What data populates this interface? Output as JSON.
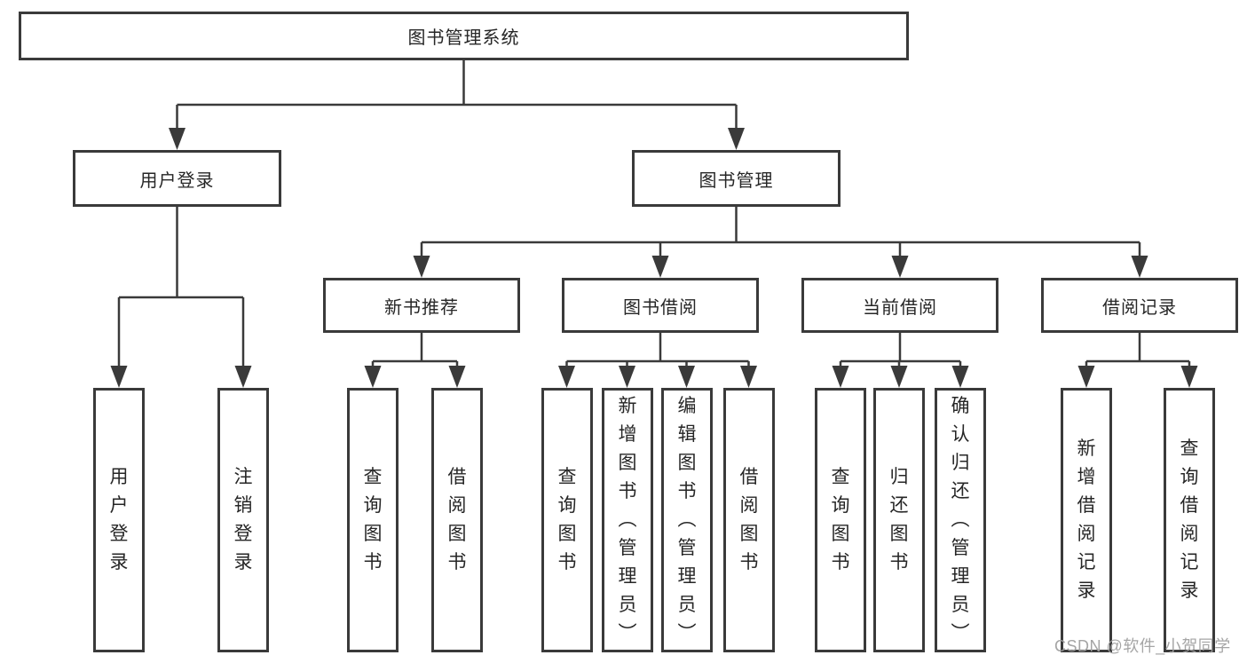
{
  "diagram": {
    "root": "图书管理系统",
    "user_login": {
      "label": "用户登录",
      "children": [
        "用户登录",
        "注销登录"
      ]
    },
    "book_mgmt": {
      "label": "图书管理",
      "groups": [
        {
          "label": "新书推荐",
          "children": [
            "查询图书",
            "借阅图书"
          ]
        },
        {
          "label": "图书借阅",
          "children": [
            "查询图书",
            "新增图书（管理员）",
            "编辑图书（管理员）",
            "借阅图书"
          ]
        },
        {
          "label": "当前借阅",
          "children": [
            "查询图书",
            "归还图书",
            "确认归还（管理员）"
          ]
        },
        {
          "label": "借阅记录",
          "children": [
            "新增借阅记录",
            "查询借阅记录"
          ]
        }
      ]
    }
  },
  "watermark": "CSDN @软件_小贺同学",
  "colors": {
    "line": "#3a3a3a",
    "text": "#262626",
    "watermark": "#a0a0a0",
    "background": "#ffffff"
  }
}
